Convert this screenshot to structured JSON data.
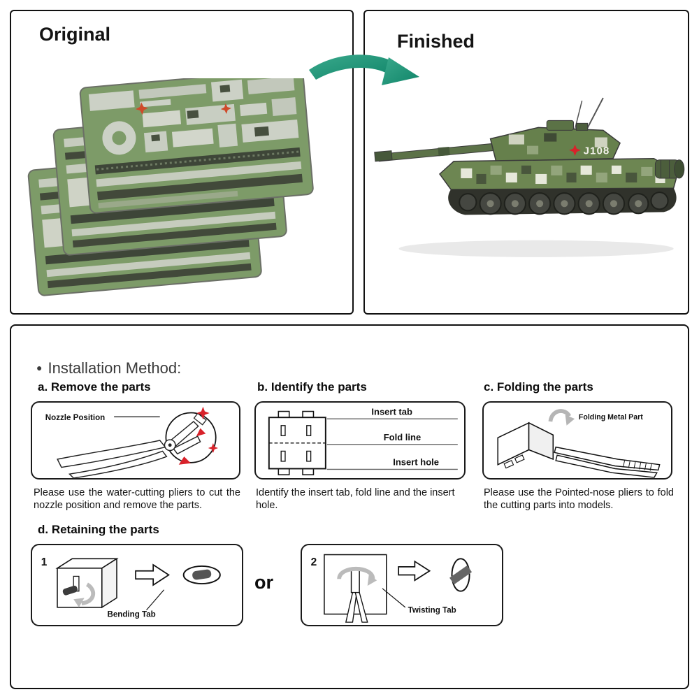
{
  "panels": {
    "original": {
      "title": "Original"
    },
    "finished": {
      "title": "Finished",
      "tank_marking": "J108"
    }
  },
  "installation": {
    "bullet": "●",
    "heading": "Installation Method:",
    "steps": {
      "a": {
        "title": "a. Remove the parts",
        "diagram_label": "Nozzle Position",
        "caption": "Please use the water-cutting pliers to cut the nozzle position and remove the parts."
      },
      "b": {
        "title": "b. Identify the parts",
        "insert_tab": "Insert tab",
        "fold_line": "Fold line",
        "insert_hole": "Insert hole",
        "caption": "Identify the insert tab, fold line and the insert hole."
      },
      "c": {
        "title": "c. Folding the parts",
        "diagram_label": "Folding Metal Part",
        "caption": "Please use the Pointed-nose pliers to fold the cutting parts into models."
      },
      "d": {
        "title": "d. Retaining the parts",
        "option1_number": "1",
        "option1_label": "Bending Tab",
        "or_label": "or",
        "option2_number": "2",
        "option2_label": "Twisting Tab"
      }
    }
  },
  "colors": {
    "arrow_teal": "#1f8f72",
    "accent_red": "#d8222a",
    "sheet_green": "#7d9b68",
    "camo_dark": "#3e4638",
    "camo_light": "#ccd1c6"
  }
}
